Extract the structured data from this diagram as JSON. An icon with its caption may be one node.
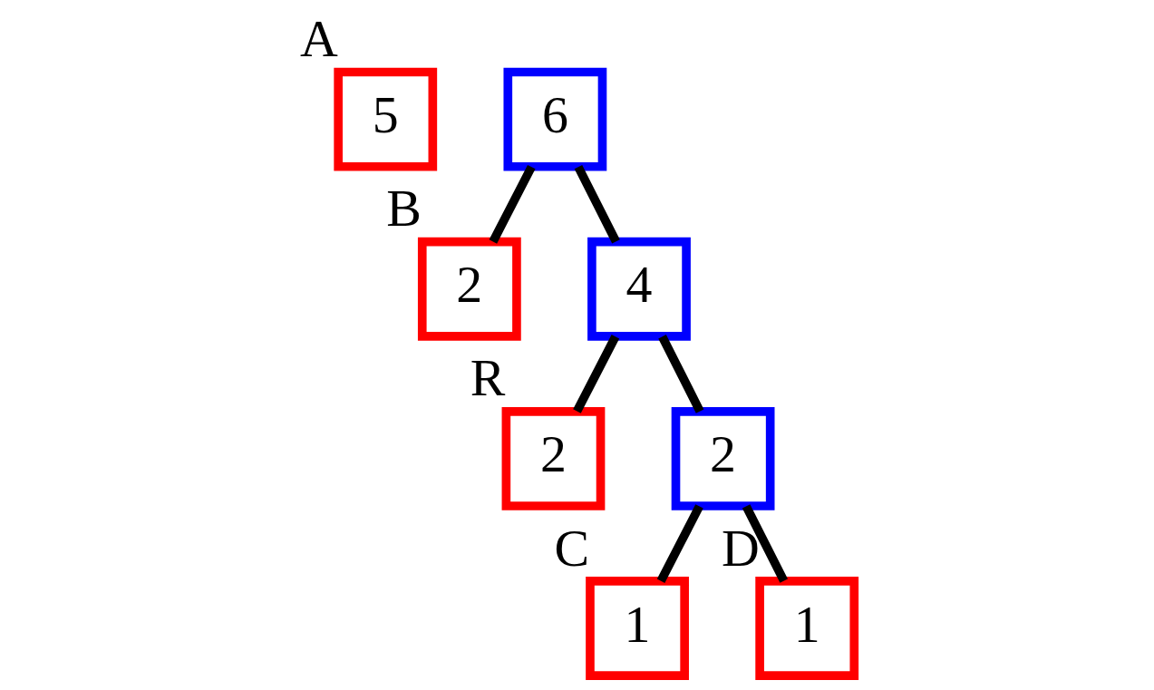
{
  "diagram": {
    "nodes": [
      {
        "text": [
          "5"
        ],
        "beside": [
          "A"
        ]
      },
      {
        "text": [
          "6"
        ]
      },
      {
        "text": [
          "2"
        ],
        "beside": [
          "B"
        ]
      },
      {
        "text": [
          "4"
        ]
      },
      {
        "text": [
          "2"
        ],
        "beside": [
          "R"
        ]
      },
      {
        "text": [
          "2"
        ]
      },
      {
        "text": [
          "1"
        ],
        "beside": [
          "C"
        ]
      },
      {
        "text": [
          "1"
        ],
        "beside": [
          "D"
        ]
      }
    ],
    "edges": [
      {
        "from": 1,
        "to": 2,
        "arrow": "none"
      },
      {
        "from": 1,
        "to": 3,
        "arrow": "none"
      },
      {
        "from": 3,
        "to": 4,
        "arrow": "none"
      },
      {
        "from": 3,
        "to": 5,
        "arrow": "none"
      },
      {
        "from": 5,
        "to": 6,
        "arrow": "none"
      },
      {
        "from": 5,
        "to": 7,
        "arrow": "none"
      }
    ]
  }
}
